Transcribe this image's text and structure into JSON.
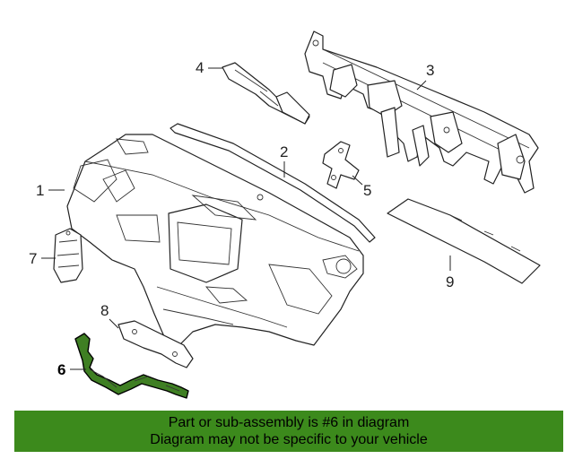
{
  "diagram": {
    "callouts": [
      "1",
      "2",
      "3",
      "4",
      "5",
      "6",
      "7",
      "8",
      "9"
    ],
    "highlighted_part": "6",
    "highlight_color": "#3c8a1c"
  },
  "banner": {
    "line1": "Part or sub-assembly is #6 in diagram",
    "line2": "Diagram may not be specific to your vehicle",
    "background": "#3c8a1c"
  }
}
